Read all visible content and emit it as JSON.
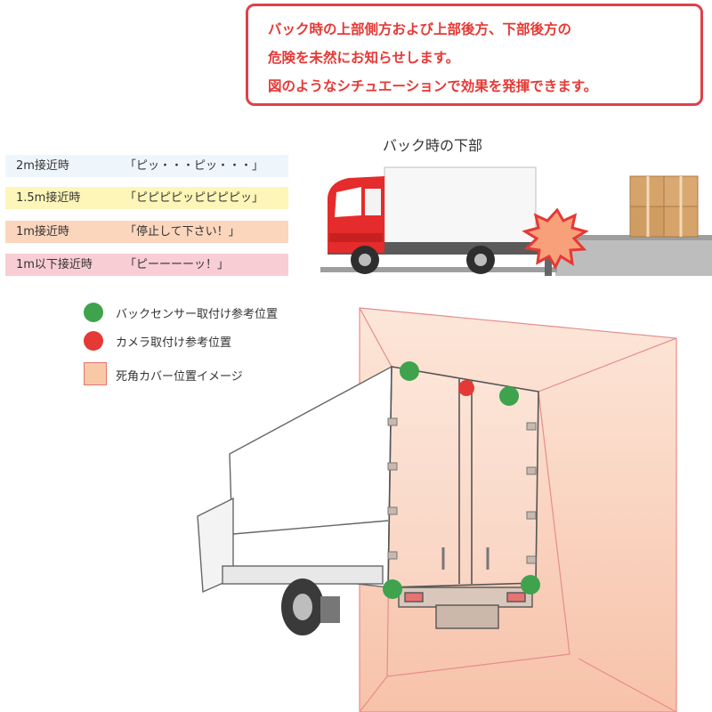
{
  "notice": {
    "lines": [
      "バック時の上部側方および上部後方、下部後方の",
      "危険を未然にお知らせします。",
      "図のようなシチュエーションで効果を発揮できます。"
    ]
  },
  "scene": {
    "caption": "バック時の下部"
  },
  "levels": [
    {
      "distance": "2m接近時",
      "sound": "「ピッ・・・ピッ・・・」",
      "color": "#eef6fb"
    },
    {
      "distance": "1.5m接近時",
      "sound": "「ピピピピッピピピピッ」",
      "color": "#fdf6b8"
    },
    {
      "distance": "1m接近時",
      "sound": "「停止して下さい！」",
      "color": "#fbd6bd"
    },
    {
      "distance": "1m以下接近時",
      "sound": "「ピーーーーッ！」",
      "color": "#f8cdd3"
    }
  ],
  "legend": [
    {
      "label": "バックセンサー取付け参考位置",
      "color": "#3fa34d",
      "icon": "green-dot-icon"
    },
    {
      "label": "カメラ取付け参考位置",
      "color": "#e53935",
      "icon": "red-dot-icon"
    },
    {
      "label": "死角カバー位置イメージ",
      "color": "#f9c9a6",
      "icon": "coverage-swatch-icon"
    }
  ],
  "colors": {
    "accent_red": "#e53935",
    "sensor_green": "#3fa34d",
    "coverage": "#f9c9a6",
    "truck_cab": "#e52b2b"
  }
}
